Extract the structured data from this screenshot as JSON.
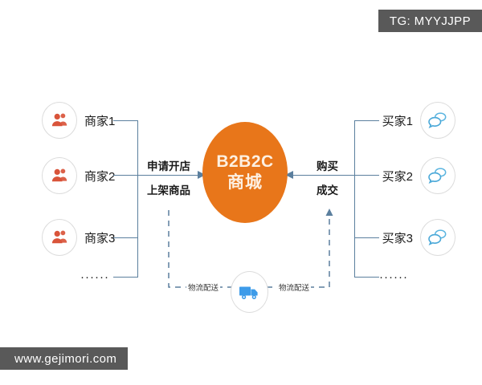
{
  "watermarks": {
    "tg": "TG: MYYJJPP",
    "site": "www.gejimori.com"
  },
  "hub": {
    "line1": "B2B2C",
    "line2": "商城",
    "color": "#e8761a",
    "text_color": "#fdf0e2"
  },
  "left": {
    "icon": "people-icon",
    "icon_color": "#d9543a",
    "actors": [
      {
        "label": "商家1"
      },
      {
        "label": "商家2"
      },
      {
        "label": "商家3"
      }
    ],
    "ellipsis": "······",
    "flow": {
      "top": "申请开店",
      "bottom": "上架商品",
      "direction": "to-hub"
    }
  },
  "right": {
    "icon": "chat-bubbles-icon",
    "icon_color": "#5bb5e0",
    "actors": [
      {
        "label": "买家1"
      },
      {
        "label": "买家2"
      },
      {
        "label": "买家3"
      }
    ],
    "ellipsis": "······",
    "flow": {
      "top": "购买",
      "bottom": "成交",
      "direction": "to-hub"
    }
  },
  "logistics": {
    "icon": "truck-icon",
    "icon_color": "#3d9be9",
    "left_label": "物流配送",
    "right_label": "物流配送",
    "line_color": "#5b7f9e",
    "style": "dashed",
    "direction": "left-to-right-up"
  },
  "connector_color": "#5b7f9e"
}
